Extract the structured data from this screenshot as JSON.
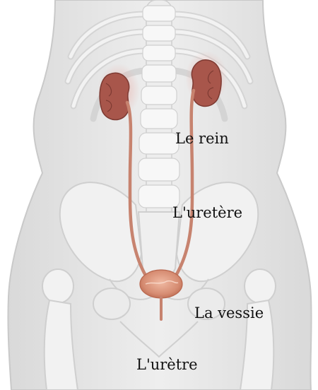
{
  "labels": {
    "kidney": "Le rein",
    "ureter": "L'uretère",
    "bladder": "La vessie",
    "urethra": "L'urètre"
  },
  "colors": {
    "body": "#e3e3e3",
    "body_outline": "#c9c9c9",
    "bone": "#f4f4f4",
    "bone_shadow": "#d4d4d4",
    "kidney": "#a8564b",
    "kidney_glow": "#e8b3ad",
    "ureter": "#c7836f",
    "bladder": "#d68c72",
    "text": "#111111"
  }
}
